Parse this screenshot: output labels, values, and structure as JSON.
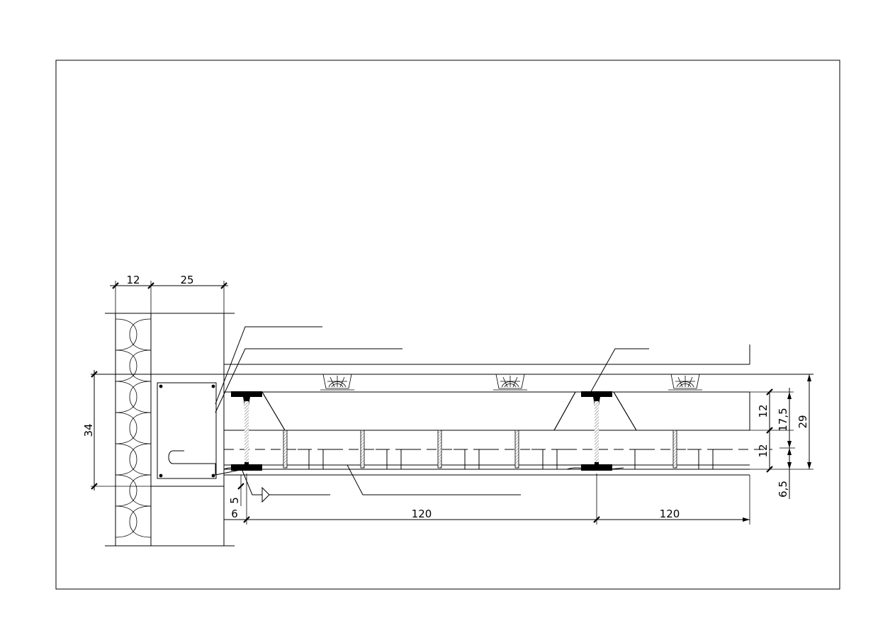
{
  "drawing": {
    "dimensions": {
      "wall_insulation": "12",
      "wall_masonry": "25",
      "beam_height": "34",
      "bearing": "5",
      "offset": "6",
      "span_1": "120",
      "span_2": "120",
      "concrete_layer": "12",
      "infill_layer": "12",
      "slab_upper": "17,5",
      "slab_total": "29",
      "ceiling": "6,5"
    }
  }
}
